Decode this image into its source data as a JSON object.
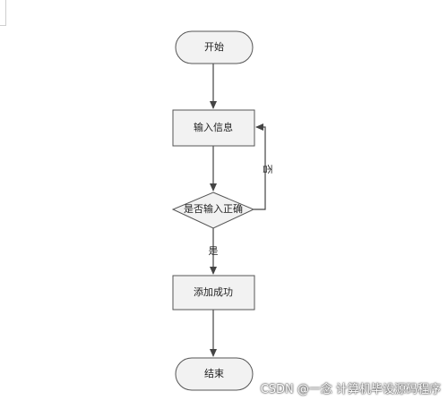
{
  "flowchart": {
    "nodes": {
      "start": "开始",
      "input": "输入信息",
      "check": "是否输入正确",
      "success": "添加成功",
      "end": "结束"
    },
    "edges": {
      "yes": "是",
      "no": "否"
    },
    "colors": {
      "terminal_fill": "#f2f2f2",
      "process_fill": "#f2f2f2",
      "stroke": "#555555",
      "arrow": "#444444"
    }
  },
  "watermark": "CSDN @一念 计算机毕设源码程序"
}
